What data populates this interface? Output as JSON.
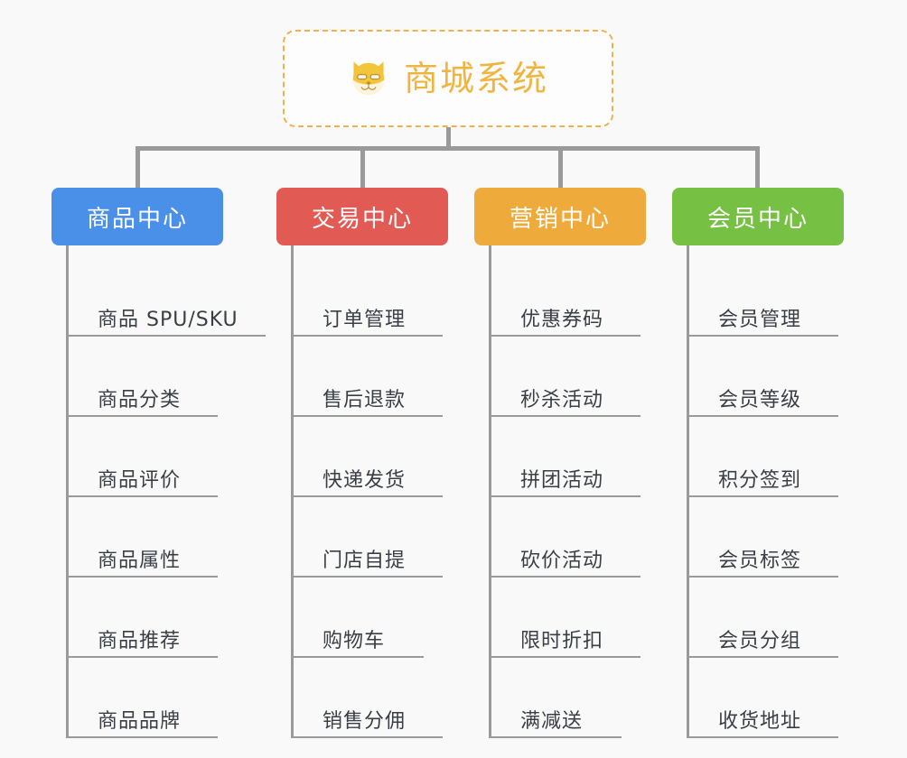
{
  "background_color": "#f9f9f9",
  "connector_color": "#9a9a9a",
  "root": {
    "title": "商城系统",
    "icon": "shiba-dog-icon",
    "border_color": "#efb24a",
    "text_color": "#f0b541"
  },
  "columns": [
    {
      "id": "product-center",
      "label": "商品中心",
      "color": "#4a90e8",
      "items": [
        "商品 SPU/SKU",
        "商品分类",
        "商品评价",
        "商品属性",
        "商品推荐",
        "商品品牌"
      ]
    },
    {
      "id": "trade-center",
      "label": "交易中心",
      "color": "#e15b54",
      "items": [
        "订单管理",
        "售后退款",
        "快递发货",
        "门店自提",
        "购物车",
        "销售分佣"
      ]
    },
    {
      "id": "marketing-center",
      "label": "营销中心",
      "color": "#eeab3c",
      "items": [
        "优惠券码",
        "秒杀活动",
        "拼团活动",
        "砍价活动",
        "限时折扣",
        "满减送"
      ]
    },
    {
      "id": "member-center",
      "label": "会员中心",
      "color": "#76c043",
      "items": [
        "会员管理",
        "会员等级",
        "积分签到",
        "会员标签",
        "会员分组",
        "收货地址"
      ]
    }
  ]
}
